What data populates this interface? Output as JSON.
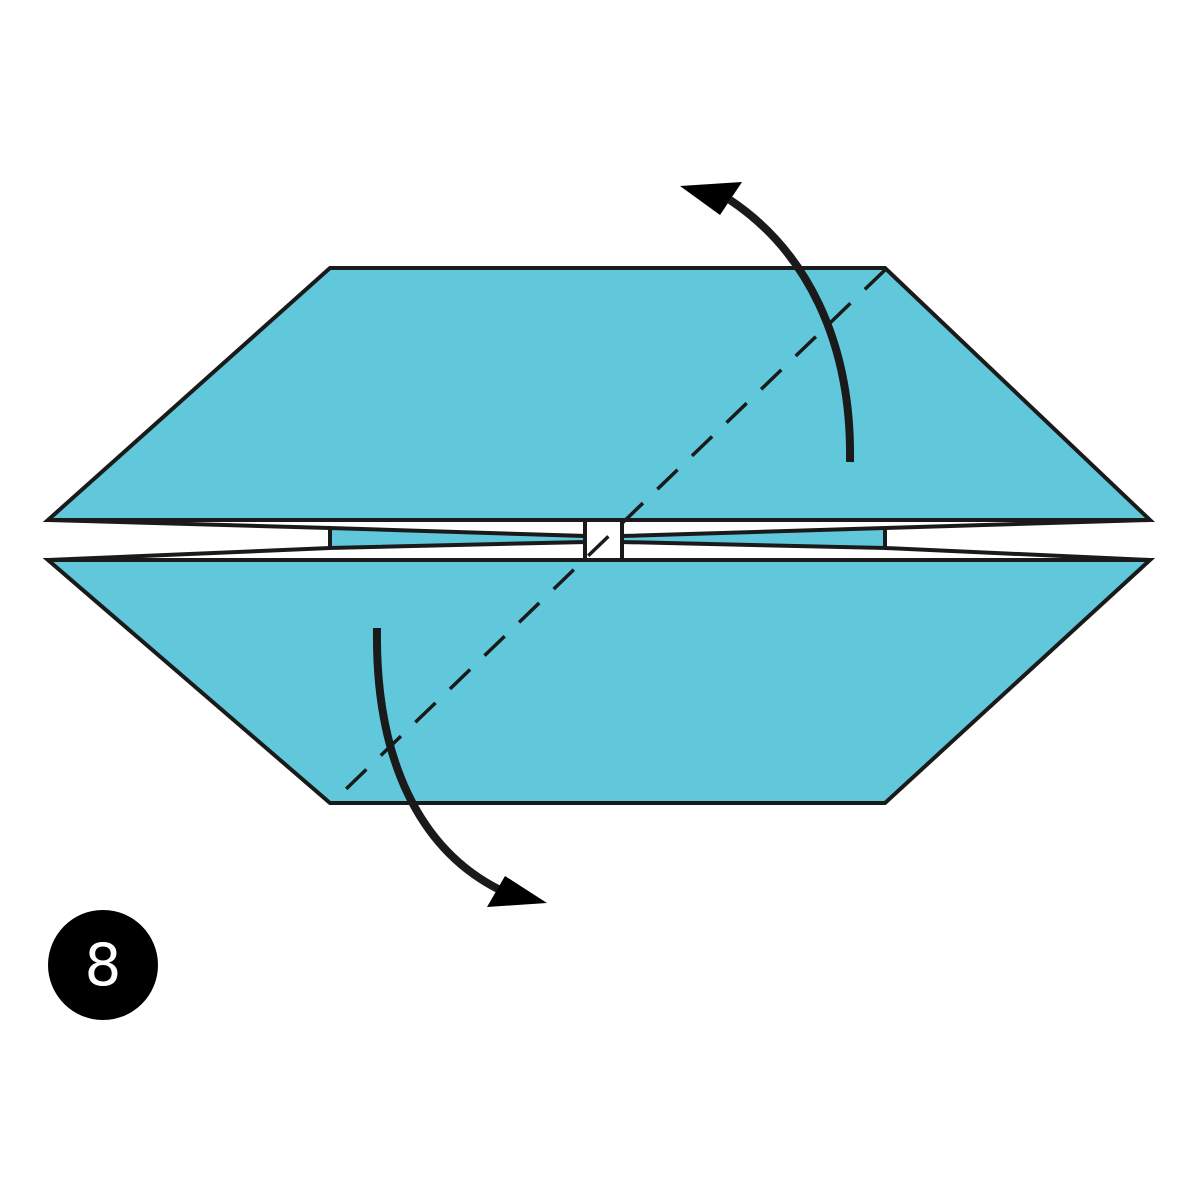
{
  "diagram": {
    "type": "origami-instruction-step",
    "step_number": "8",
    "colors": {
      "paper": "#61c8dc",
      "outline": "#1a1a1a",
      "background": "#ffffff",
      "badge": "#000000",
      "badge_text": "#ffffff"
    },
    "elements": {
      "upper_flap": "upper trapezoid flap",
      "lower_flap": "lower trapezoid flap",
      "center_gap": "center strip with inner triangles",
      "center_square": "small white square at center",
      "fold_line": "dashed diagonal valley fold line",
      "arrow_up": "curved arrow folding top flap back",
      "arrow_down": "curved arrow folding bottom flap forward"
    }
  }
}
